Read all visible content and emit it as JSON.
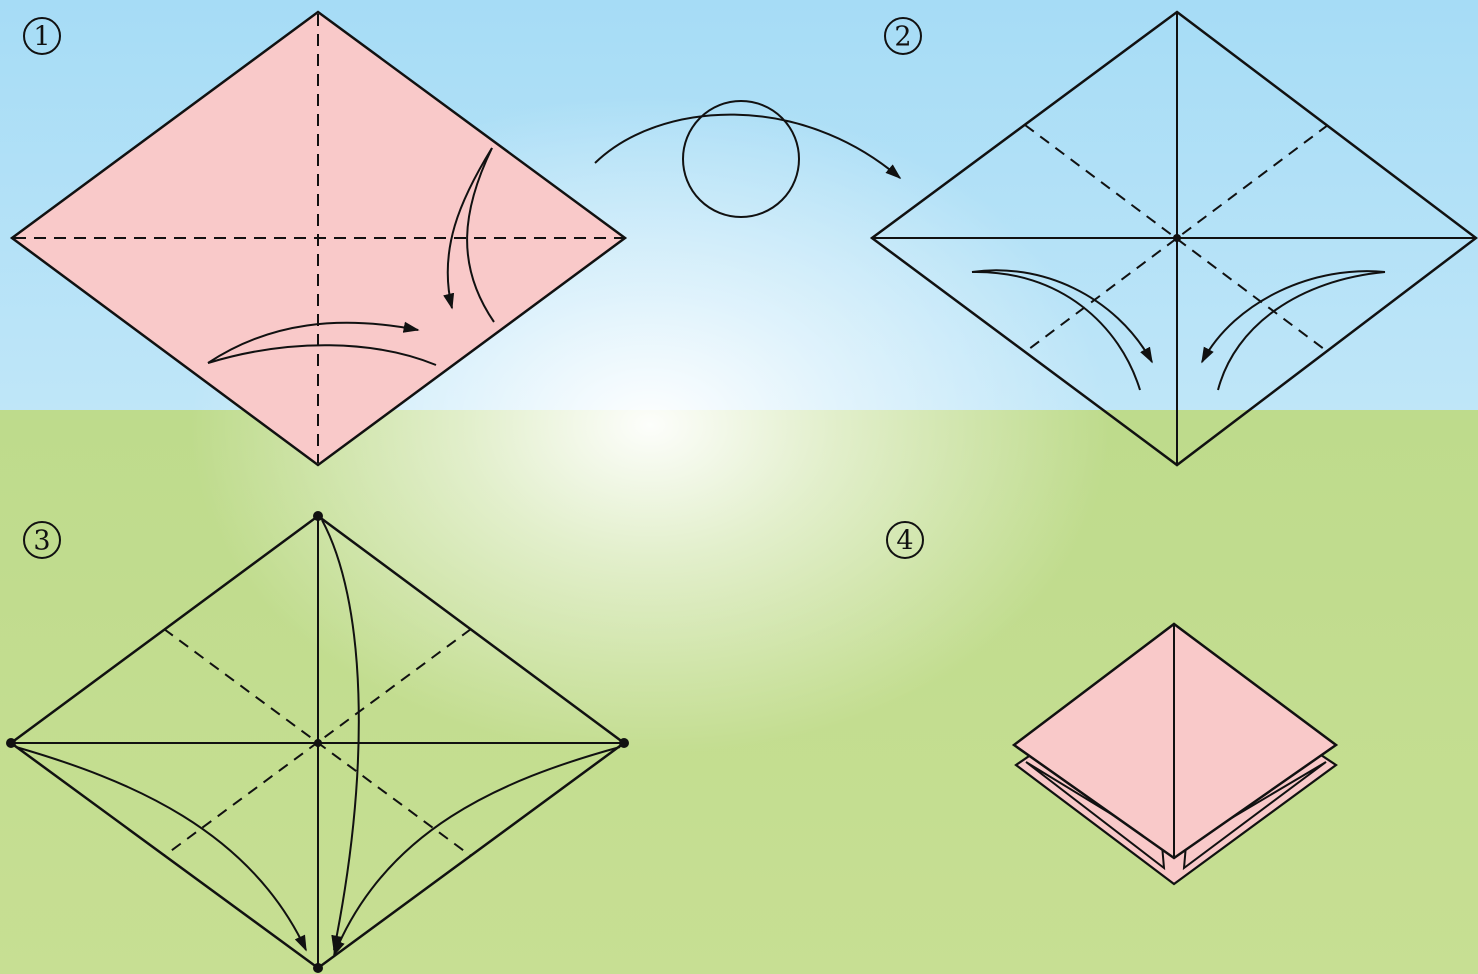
{
  "steps": [
    {
      "number": "1"
    },
    {
      "number": "2"
    },
    {
      "number": "3"
    },
    {
      "number": "4"
    }
  ],
  "colors": {
    "paper_pink": "#f9c9c9",
    "line": "#111111",
    "sky": "#a6dcf6",
    "grass": "#c2dd90"
  },
  "icons": [
    "fold-arrow-icon",
    "turn-over-icon",
    "crease-point-icon"
  ]
}
